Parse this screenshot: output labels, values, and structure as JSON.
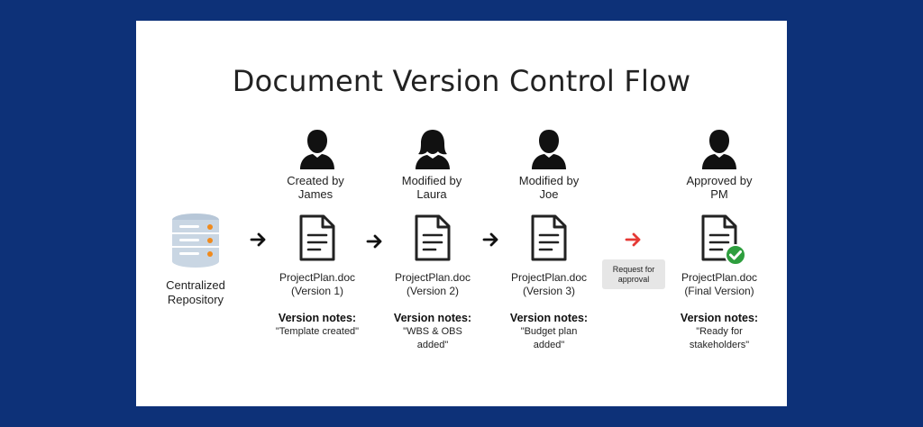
{
  "title": "Document Version Control Flow",
  "repository": {
    "label_line1": "Centralized",
    "label_line2": "Repository",
    "icon": "database-icon"
  },
  "steps": [
    {
      "role_line1": "Created by",
      "role_line2": "James",
      "doc_name": "ProjectPlan.doc",
      "version": "(Version 1)",
      "notes_heading": "Version notes:",
      "notes_line1": "\"Template created\"",
      "notes_line2": ""
    },
    {
      "role_line1": "Modified by",
      "role_line2": "Laura",
      "doc_name": "ProjectPlan.doc",
      "version": "(Version 2)",
      "notes_heading": "Version notes:",
      "notes_line1": "\"WBS & OBS",
      "notes_line2": "added\""
    },
    {
      "role_line1": "Modified by",
      "role_line2": "Joe",
      "doc_name": "ProjectPlan.doc",
      "version": "(Version 3)",
      "notes_heading": "Version notes:",
      "notes_line1": "\"Budget plan",
      "notes_line2": "added\""
    },
    {
      "role_line1": "Approved by",
      "role_line2": "PM",
      "doc_name": "ProjectPlan.doc",
      "version": "(Final Version)",
      "notes_heading": "Version notes:",
      "notes_line1": "\"Ready for",
      "notes_line2": "stakeholders\""
    }
  ],
  "approval": {
    "line1": "Request for",
    "line2": "approval"
  },
  "colors": {
    "background": "#0d3178",
    "card": "#ffffff",
    "arrow": "#111111",
    "approval_arrow": "#e53935",
    "check": "#2e9e3e",
    "database": "#c9d6e3"
  }
}
